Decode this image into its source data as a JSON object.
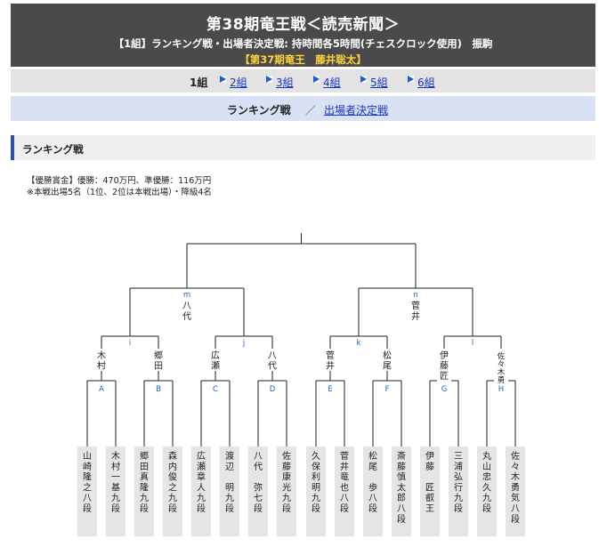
{
  "header": {
    "title": "第38期竜王戦＜読売新聞＞",
    "subtitle": "【1組】ランキング戦・出場者決定戦: 持時間各5時間(チェスクロック使用)　振駒",
    "champion": "【第37期竜王　藤井聡太】"
  },
  "groups": {
    "current": "1組",
    "links": [
      "2組",
      "3組",
      "4組",
      "5組",
      "6組"
    ]
  },
  "subnav": {
    "current": "ランキング戦",
    "separator": "／",
    "link": "出場者決定戦"
  },
  "section": {
    "title": "ランキング戦"
  },
  "prize": {
    "line1": "【優勝賞金】優勝：470万円、準優勝：116万円",
    "line2": "※本戦出場5名（1位、2位は本戦出場）・降級4名"
  },
  "bracket": {
    "players": [
      "山崎隆之八段",
      "木村一基九段",
      "郷田真隆九段",
      "森内俊之九段",
      "広瀬章人九段",
      "渡辺　明九段",
      "八代　弥七段",
      "佐藤康光九段",
      "久保利明九段",
      "菅井竜也八段",
      "松尾　歩八段",
      "斎藤慎太郎八段",
      "伊藤　匠叡王",
      "三浦弘行九段",
      "丸山忠久九段",
      "佐々木勇気八段"
    ],
    "round1_labels": [
      "A",
      "B",
      "C",
      "D",
      "E",
      "F",
      "G",
      "H"
    ],
    "round2_labels": [
      "i",
      "j",
      "k",
      "l"
    ],
    "round3_labels": [
      "m",
      "n"
    ],
    "round1_winners": [
      "木村",
      "郷田",
      "広瀬",
      "八代",
      "菅井",
      "松尾",
      "伊藤匠",
      "佐々木勇"
    ],
    "round2_winners": [
      "八代",
      "菅井"
    ]
  }
}
